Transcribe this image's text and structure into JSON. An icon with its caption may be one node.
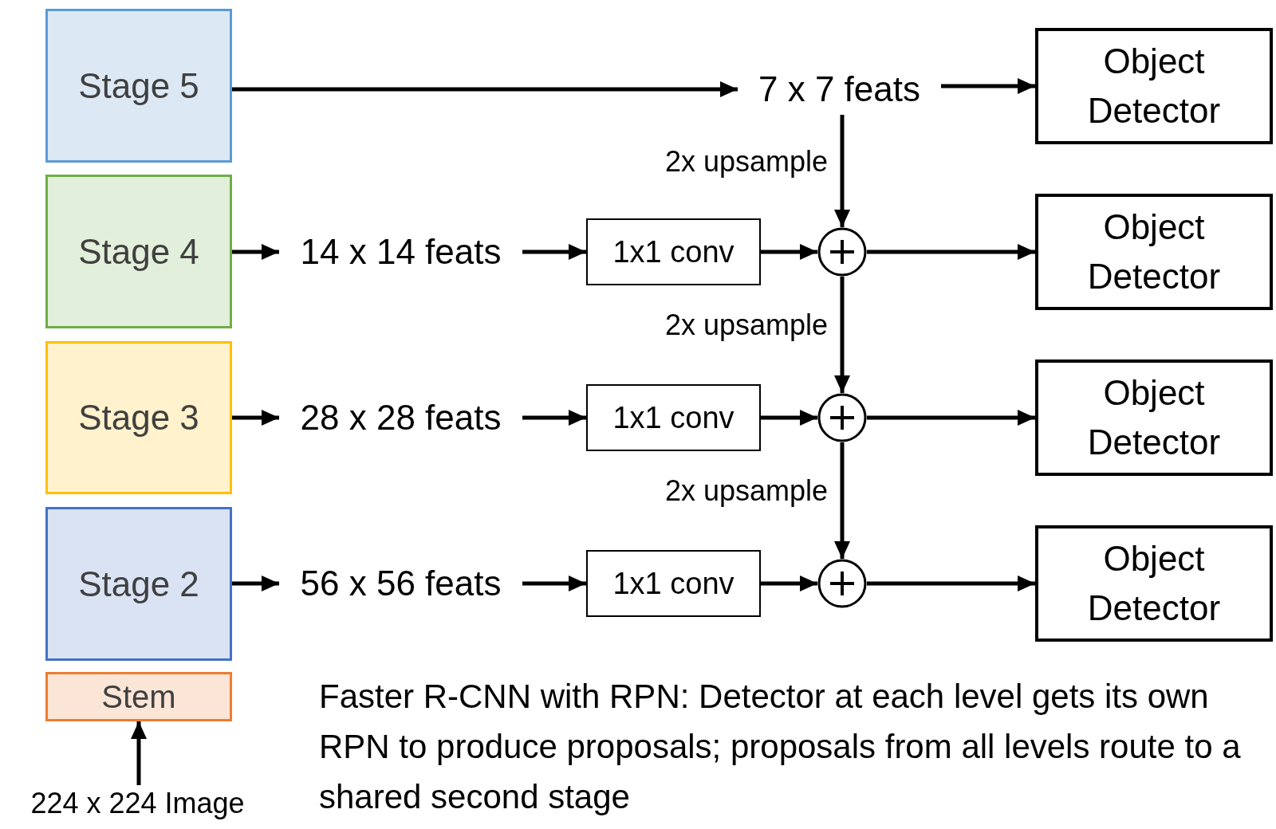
{
  "diagram": {
    "caption": "Faster R-CNN with RPN: Detector at each level gets its own RPN to produce proposals; proposals from all levels route to a shared second stage",
    "nodes": [
      {
        "text": [
          "Stage 5"
        ]
      },
      {
        "text": [
          "Stage 4"
        ]
      },
      {
        "text": [
          "Stage 3"
        ]
      },
      {
        "text": [
          "Stage 2"
        ]
      },
      {
        "text": [
          "Stem"
        ]
      },
      {
        "text": [
          "224 x 224 Image"
        ]
      },
      {
        "text": [
          "7 x 7 feats"
        ]
      },
      {
        "text": [
          "14 x 14 feats"
        ]
      },
      {
        "text": [
          "28 x 28 feats"
        ]
      },
      {
        "text": [
          "56 x 56 feats"
        ]
      },
      {
        "text": [
          "1x1 conv"
        ]
      },
      {
        "text": [
          "1x1 conv"
        ]
      },
      {
        "text": [
          "1x1 conv"
        ]
      },
      {
        "text": [],
        "shape": "circle"
      },
      {
        "text": [],
        "shape": "circle"
      },
      {
        "text": [],
        "shape": "circle"
      },
      {
        "text": [
          "Object Detector"
        ]
      },
      {
        "text": [
          "Object Detector"
        ]
      },
      {
        "text": [
          "Object Detector"
        ]
      },
      {
        "text": [
          "Object Detector"
        ]
      }
    ],
    "edges": [
      {
        "from": 0,
        "to": 6,
        "arrow": "to"
      },
      {
        "from": 6,
        "to": 16,
        "arrow": "to"
      },
      {
        "from": 6,
        "to": 13,
        "arrow": "to",
        "label": "2x upsample"
      },
      {
        "from": 1,
        "to": 7,
        "arrow": "to"
      },
      {
        "from": 7,
        "to": 10,
        "arrow": "to"
      },
      {
        "from": 10,
        "to": 13,
        "arrow": "to"
      },
      {
        "from": 13,
        "to": 17,
        "arrow": "to"
      },
      {
        "from": 13,
        "to": 14,
        "arrow": "to",
        "label": "2x upsample"
      },
      {
        "from": 2,
        "to": 8,
        "arrow": "to"
      },
      {
        "from": 8,
        "to": 11,
        "arrow": "to"
      },
      {
        "from": 11,
        "to": 14,
        "arrow": "to"
      },
      {
        "from": 14,
        "to": 18,
        "arrow": "to"
      },
      {
        "from": 14,
        "to": 15,
        "arrow": "to",
        "label": "2x upsample"
      },
      {
        "from": 3,
        "to": 9,
        "arrow": "to"
      },
      {
        "from": 9,
        "to": 12,
        "arrow": "to"
      },
      {
        "from": 12,
        "to": 15,
        "arrow": "to"
      },
      {
        "from": 15,
        "to": 19,
        "arrow": "to"
      },
      {
        "from": 5,
        "to": 4,
        "arrow": "to"
      }
    ]
  }
}
